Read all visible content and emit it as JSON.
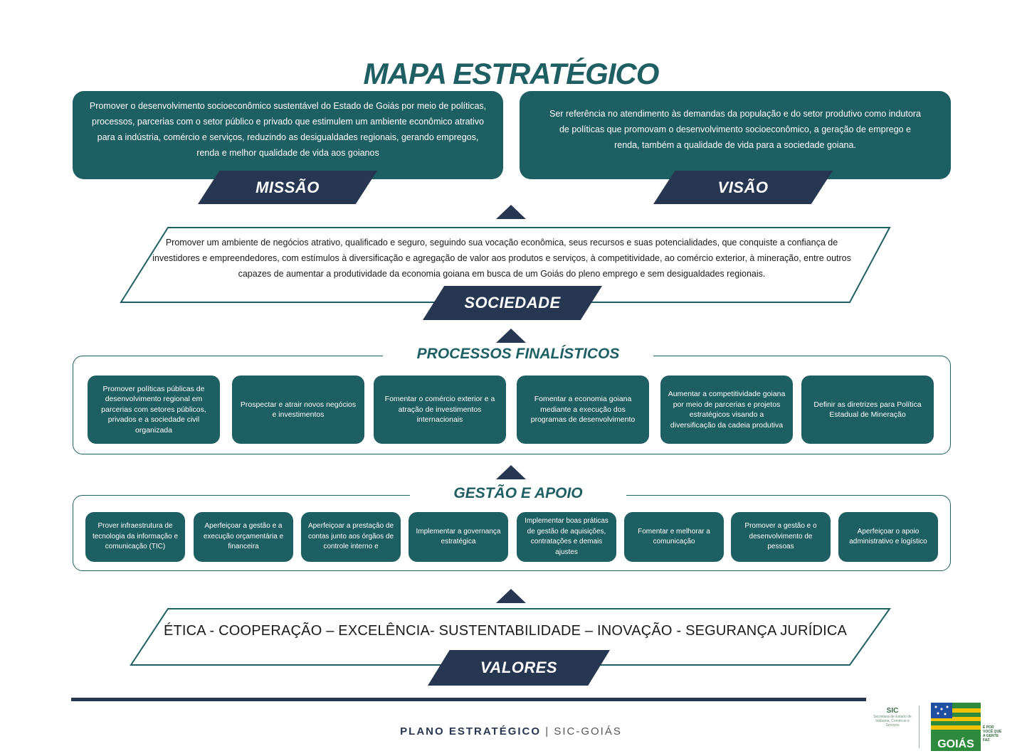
{
  "title": "MAPA ESTRATÉGICO",
  "mission": {
    "text": "Promover o desenvolvimento socioeconômico sustentável do Estado de Goiás por meio de políticas, processos, parcerias com o setor público e privado que estimulem um ambiente econômico atrativo para a indústria, comércio e serviços, reduzindo as desigualdades regionais, gerando empregos, renda e melhor qualidade de vida aos goianos",
    "label": "MISSÃO"
  },
  "vision": {
    "text": "Ser referência no atendimento às demandas da população e do setor produtivo como indutora de políticas que promovam o desenvolvimento socioeconômico, a geração de emprego e renda, também a qualidade de vida para a sociedade goiana.",
    "label": "VISÃO"
  },
  "society": {
    "text": "Promover um ambiente de negócios atrativo, qualificado e seguro, seguindo sua vocação econômica, seus recursos e suas potencialidades, que conquiste a confiança de investidores e empreendedores, com estímulos à diversificação e agregação de valor aos produtos e serviços, à competitividade, ao comércio exterior, à mineração, entre outros capazes de aumentar a produtividade da economia goiana em busca de um Goiás do pleno emprego e sem desigualdades regionais.",
    "label": "SOCIEDADE"
  },
  "processos": {
    "title": "PROCESSOS FINALÍSTICOS",
    "items": [
      "Promover políticas públicas de desenvolvimento regional em parcerias com setores públicos, privados e a sociedade civil organizada",
      "Prospectar e atrair novos negócios e investimentos",
      "Fomentar o comércio exterior e a atração de investimentos internacionais",
      "Fomentar a economia goiana mediante a execução dos programas de desenvolvimento",
      "Aumentar a competitividade goiana por meio de parcerias e projetos estratégicos visando a diversificação da cadeia produtiva",
      "Definir as diretrizes para Política Estadual de Mineração"
    ]
  },
  "gestao": {
    "title": "GESTÃO E APOIO",
    "items": [
      "Prover infraestrutura de tecnologia da informação e comunicação (TIC)",
      "Aperfeiçoar a gestão e a execução orçamentária e financeira",
      "Aperfeiçoar a prestação de contas junto aos órgãos de controle interno e",
      "Implementar a governança estratégica",
      "Implementar boas práticas de gestão de aquisições, contratações e demais ajustes",
      "Fomentar e melhorar a comunicação",
      "Promover a gestão e o desenvolvimento de pessoas",
      "Aperfeiçoar o apoio administrativo e logístico"
    ]
  },
  "values": {
    "text": "ÉTICA - COOPERAÇÃO – EXCELÊNCIA- SUSTENTABILIDADE – INOVAÇÃO - SEGURANÇA JURÍDICA",
    "label": "VALORES"
  },
  "footer": {
    "caption_bold": "PLANO ESTRATÉGICO",
    "separator": "|",
    "caption_rest": "SIC-GOIÁS",
    "sic_logo_big": "SIC",
    "sic_logo_small": "Secretaria de Estado de Indústria, Comércio e Serviços",
    "goias_logo": "GOIÁS",
    "goias_tag": "É POR VOCÊ QUE A GENTE FAZ"
  },
  "colors": {
    "teal": "#1e5f63",
    "navy": "#273752"
  }
}
